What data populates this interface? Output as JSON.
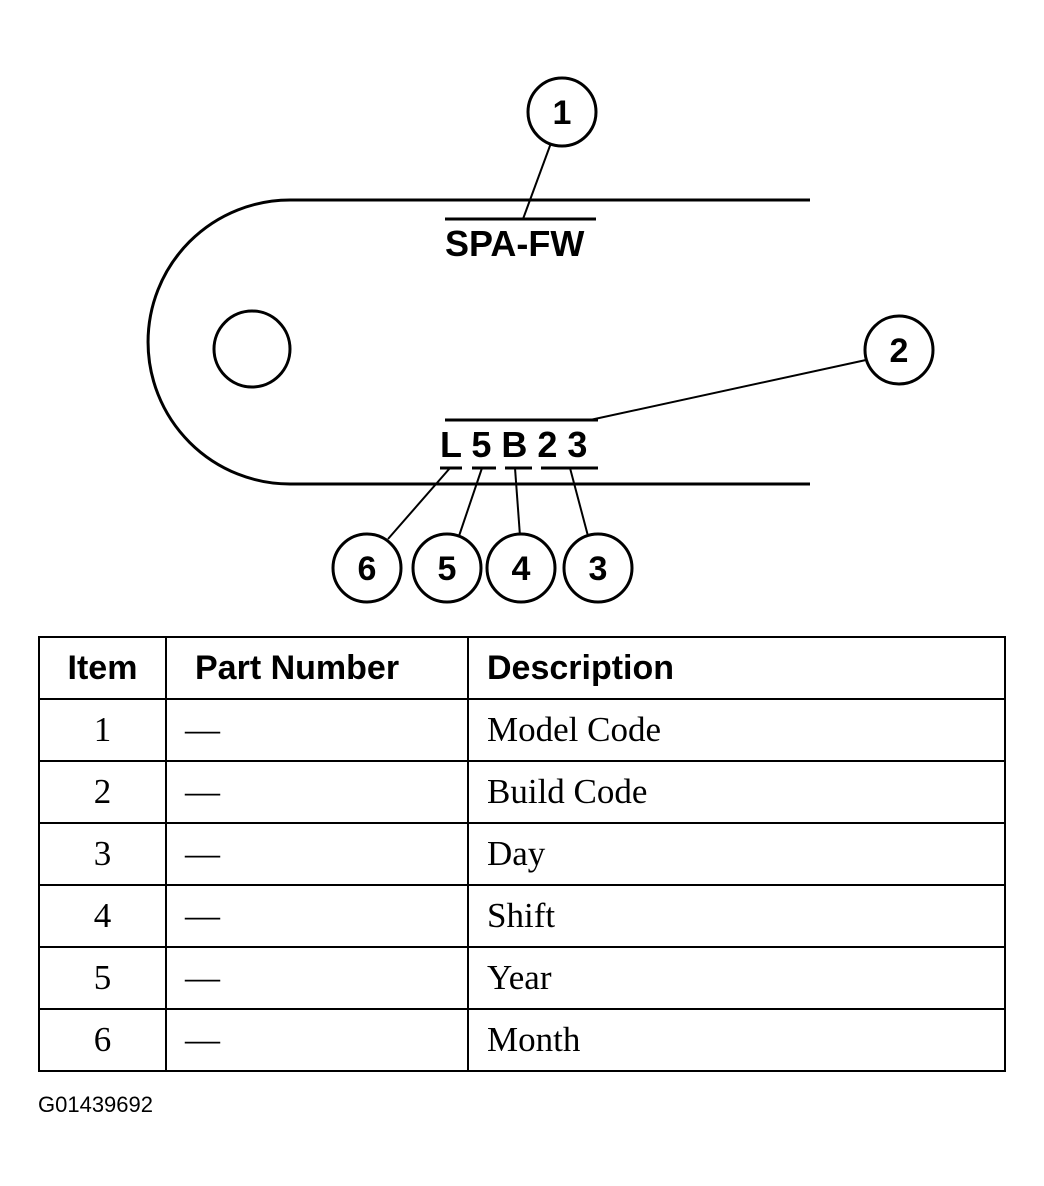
{
  "label": {
    "model_text": "SPA-FW",
    "build_text": "L 5 B 2 3"
  },
  "callouts": [
    "1",
    "2",
    "3",
    "4",
    "5",
    "6"
  ],
  "table": {
    "headers": {
      "item": "Item",
      "part_number": "Part Number",
      "description": "Description"
    },
    "rows": [
      {
        "item": "1",
        "part_number": "—",
        "description": "Model Code"
      },
      {
        "item": "2",
        "part_number": "—",
        "description": "Build Code"
      },
      {
        "item": "3",
        "part_number": "—",
        "description": "Day"
      },
      {
        "item": "4",
        "part_number": "—",
        "description": "Shift"
      },
      {
        "item": "5",
        "part_number": "—",
        "description": "Year"
      },
      {
        "item": "6",
        "part_number": "—",
        "description": "Month"
      }
    ]
  },
  "figure_id": "G01439692"
}
